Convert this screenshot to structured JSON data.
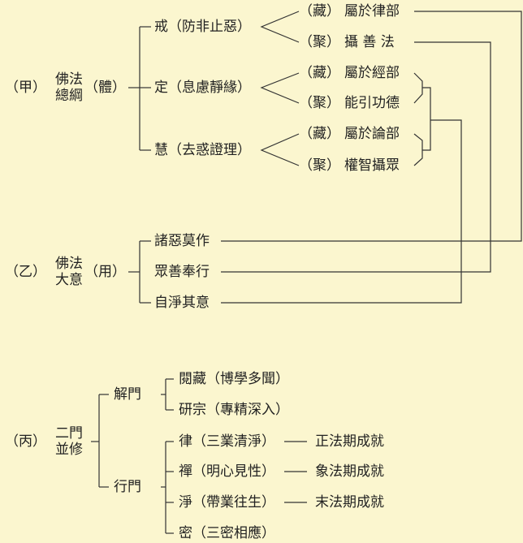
{
  "sectionA": {
    "label": "（甲）",
    "title_line1": "佛法",
    "title_line2": "總綱",
    "aspect": "（體）",
    "branches": [
      {
        "name": "戒（防非止惡）",
        "zang": "（藏）",
        "zang_text": "屬於律部",
        "ju": "（聚）",
        "ju_text": "攝 善 法"
      },
      {
        "name": "定（息慮靜緣）",
        "zang": "（藏）",
        "zang_text": "屬於經部",
        "ju": "（聚）",
        "ju_text": "能引功德"
      },
      {
        "name": "慧（去惑證理）",
        "zang": "（藏）",
        "zang_text": "屬於論部",
        "ju": "（聚）",
        "ju_text": "權智攝眾"
      }
    ]
  },
  "sectionB": {
    "label": "（乙）",
    "title_line1": "佛法",
    "title_line2": "大意",
    "aspect": "（用）",
    "items": [
      "諸惡莫作",
      "眾善奉行",
      "自淨其意"
    ]
  },
  "sectionC": {
    "label": "（丙）",
    "title_line1": "二門",
    "title_line2": "並修",
    "jie_men": "解門",
    "jie_items": [
      "閱藏（博學多聞）",
      "研宗（專精深入）"
    ],
    "xing_men": "行門",
    "xing_items": [
      "律（三業清淨）",
      "禪（明心見性）",
      "淨（帶業往生）",
      "密（三密相應）"
    ],
    "dharma_ages": [
      "正法期成就",
      "象法期成就",
      "末法期成就"
    ]
  }
}
